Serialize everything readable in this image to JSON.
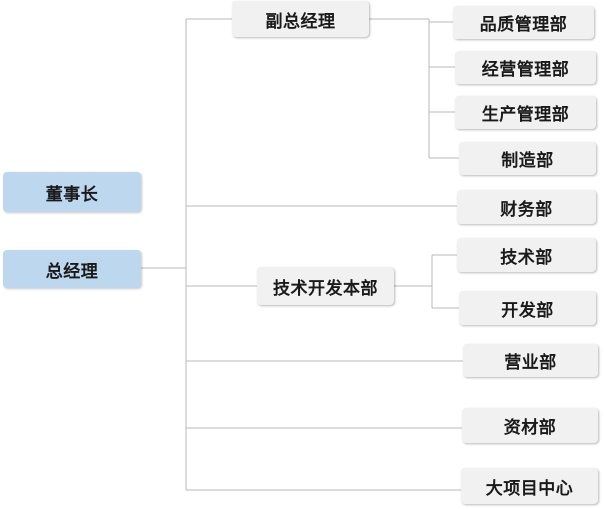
{
  "org_chart": {
    "chairman": "董事长",
    "general_manager": "总经理",
    "deputy_gm": {
      "label": "副总经理",
      "departments": [
        "品质管理部",
        "经营管理部",
        "生产管理部",
        "制造部"
      ]
    },
    "finance": "财务部",
    "tech_dev_center": {
      "label": "技术开发本部",
      "departments": [
        "技术部",
        "开发部"
      ]
    },
    "sales": "营业部",
    "materials": "资材部",
    "major_project_center": "大项目中心"
  },
  "colors": {
    "top_box_fill": "#bcd7ee",
    "box_fill": "#f1f1f1",
    "connector": "#b8b8b8",
    "text": "#1a1a1a"
  }
}
